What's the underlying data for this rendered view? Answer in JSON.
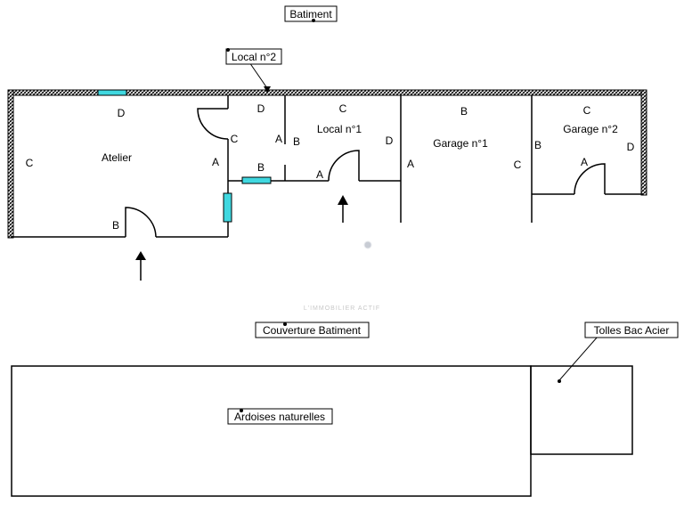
{
  "callouts": {
    "batiment": "Batiment",
    "local2": "Local n°2",
    "couverture": "Couverture Batiment",
    "tolles": "Tolles Bac Acier",
    "ardoises": "Ardoises naturelles"
  },
  "rooms": {
    "atelier": "Atelier",
    "local1": "Local n°1",
    "garage1": "Garage n°1",
    "garage2": "Garage n°2"
  },
  "wall_letters": {
    "atelier_d": "D",
    "atelier_c": "C",
    "atelier_a": "A",
    "atelier_b": "B",
    "atelier_c2": "C",
    "local2_d": "D",
    "local2_a": "A",
    "local2_b": "B",
    "local2_b2": "B",
    "local1_c": "C",
    "local1_d": "D",
    "local1_a": "A",
    "garage1_b": "B",
    "garage1_a": "A",
    "garage1_c": "C",
    "garage2_c": "C",
    "garage2_b": "B",
    "garage2_d": "D",
    "garage2_a": "A"
  },
  "watermark": "L'IMMOBILIER ACTIF",
  "colors": {
    "window": "#40d8e0",
    "line": "#000000",
    "watermark": "#c8c8c8"
  },
  "icons": [
    "entrance-arrow-icon",
    "door-swing-icon",
    "window-icon",
    "hatched-wall-icon"
  ]
}
